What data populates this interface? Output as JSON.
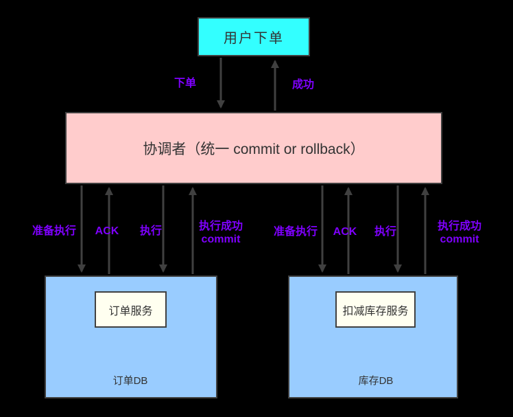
{
  "diagram": {
    "background_color": "#000000",
    "colors": {
      "user_node_fill": "#33FFFF",
      "coordinator_fill": "#FFCCCC",
      "group_fill": "#99CCFF",
      "service_fill": "#FFFFF0",
      "stroke": "#404040",
      "edge_label": "#7F00FF",
      "node_text": "#333333"
    },
    "nodes": {
      "user_order": {
        "label": "用户下单"
      },
      "coordinator": {
        "label": "协调者（统一 commit or rollback）"
      },
      "order_group": {
        "service": "订单服务",
        "db": "订单DB"
      },
      "inventory_group": {
        "service": "扣减库存服务",
        "db": "库存DB"
      }
    },
    "edges": {
      "place_order": "下单",
      "success": "成功",
      "left": {
        "prepare": "准备执行",
        "ack": "ACK",
        "execute": "执行",
        "commit_line1": "执行成功",
        "commit_line2": "commit"
      },
      "right": {
        "prepare": "准备执行",
        "ack": "ACK",
        "execute": "执行",
        "commit_line1": "执行成功",
        "commit_line2": "commit"
      }
    }
  }
}
